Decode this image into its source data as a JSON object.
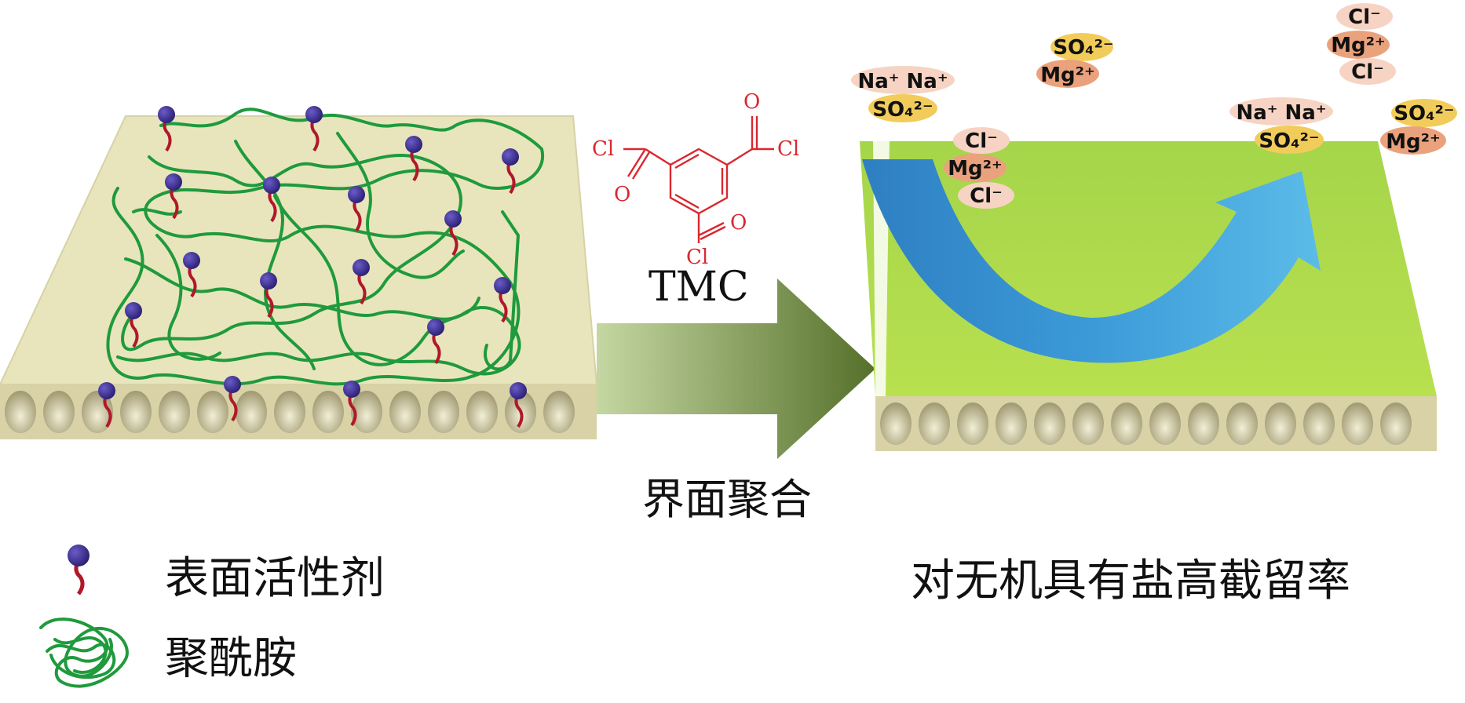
{
  "labels": {
    "reaction_reagent": "TMC",
    "reaction_process": "界面聚合",
    "result_caption": "对无机具有盐高截留率",
    "legend_surfactant": "表面活性剂",
    "legend_polyamide": "聚酰胺"
  },
  "molecule": {
    "name": "TMC",
    "atom_labels": [
      "O",
      "Cl",
      "Cl",
      "O",
      "O",
      "Cl"
    ],
    "color": "#d9282f"
  },
  "ions": [
    {
      "group": "top-center",
      "lines": [
        "SO₄²⁻",
        "Mg²⁺"
      ]
    },
    {
      "group": "top-right",
      "lines": [
        "Cl⁻",
        "Mg²⁺",
        "Cl⁻"
      ]
    },
    {
      "group": "left-upper",
      "lines": [
        "Na⁺ Na⁺",
        "SO₄²⁻"
      ]
    },
    {
      "group": "left-lower",
      "lines": [
        "Cl⁻",
        "Mg²⁺",
        "Cl⁻"
      ]
    },
    {
      "group": "right-middle",
      "lines": [
        "Na⁺ Na⁺",
        "SO₄²⁻"
      ]
    },
    {
      "group": "far-right",
      "lines": [
        "SO₄²⁻",
        "Mg²⁺"
      ]
    }
  ],
  "colors": {
    "substrate_top": "#e8e5bd",
    "substrate_side": "#cfc9a0",
    "polyamide": "#1f9a3c",
    "surfactant_head": "#3a2a8c",
    "surfactant_tail": "#b0182a",
    "membrane": "#a8d84a",
    "flow_arrow": "#3a97d6",
    "process_arrow": "#6e8a3a",
    "ion_pink": "#f7d3c3",
    "ion_orange": "#eaa27d",
    "ion_yellow": "#f2cc5a"
  }
}
